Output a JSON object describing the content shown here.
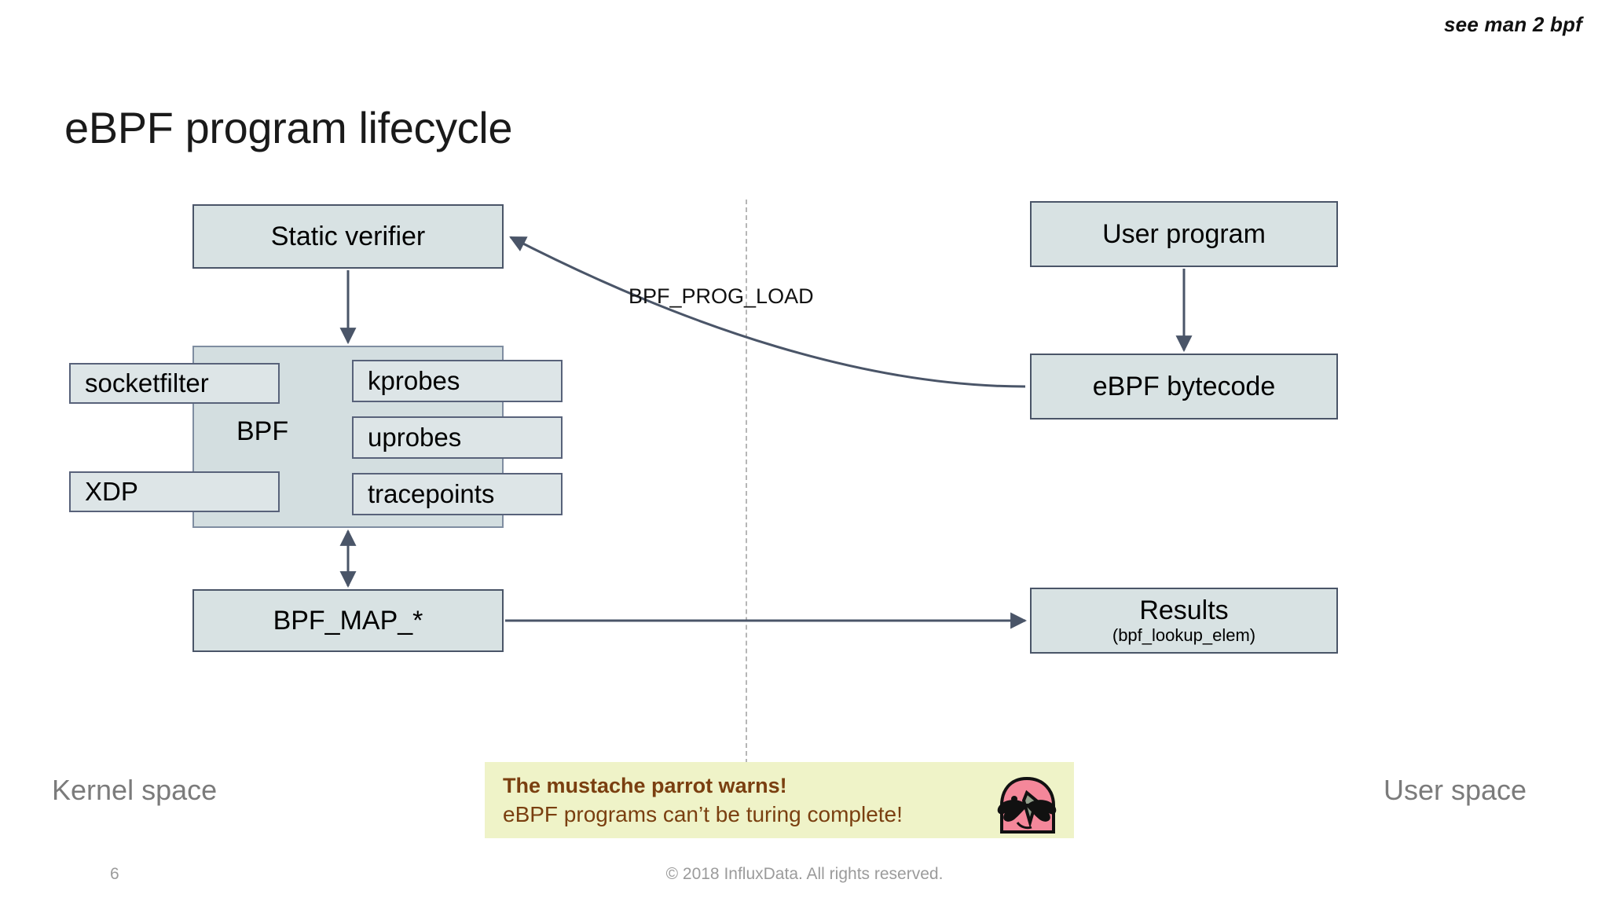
{
  "header": {
    "note": "see man 2 bpf"
  },
  "title": "eBPF program lifecycle",
  "diagram": {
    "kernel_space_label": "Kernel space",
    "user_space_label": "User space",
    "prog_load_label": "BPF_PROG_LOAD",
    "bpf_group_label": "BPF",
    "nodes": {
      "static_verifier": "Static verifier",
      "user_program": "User program",
      "ebpf_bytecode": "eBPF bytecode",
      "bpf_map": "BPF_MAP_*",
      "results_title": "Results",
      "results_subtitle": "(bpf_lookup_elem)",
      "socketfilter": "socketfilter",
      "xdp": "XDP",
      "kprobes": "kprobes",
      "uprobes": "uprobes",
      "tracepoints": "tracepoints"
    },
    "colors": {
      "node_fill": "#d8e2e3",
      "node_border": "#4a5568",
      "group_fill": "#d3dee0",
      "divider": "#b6b6b6",
      "connector": "#4a5568"
    }
  },
  "callout": {
    "title": "The mustache parrot warns!",
    "body": "eBPF programs can’t be turing complete!",
    "background": "#eff3c8",
    "text_color": "#7a3f10",
    "icon": "mustache-parrot-icon"
  },
  "footer": {
    "page_number": "6",
    "copyright": "© 2018 InfluxData. All rights reserved."
  }
}
